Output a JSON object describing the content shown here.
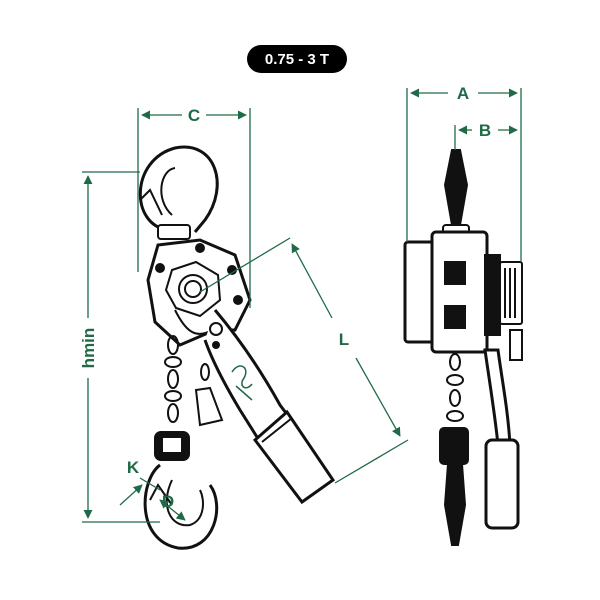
{
  "capacity_badge": "0.75 - 3 T",
  "dimensions": {
    "A": "A",
    "B": "B",
    "C": "C",
    "L": "L",
    "hmin": "hmin",
    "K": "K",
    "D": "D"
  },
  "colors": {
    "dimension": "#1f6b47",
    "outline": "#111111",
    "badge_bg": "#000000",
    "badge_text": "#ffffff",
    "logo": "#1f6b47"
  }
}
